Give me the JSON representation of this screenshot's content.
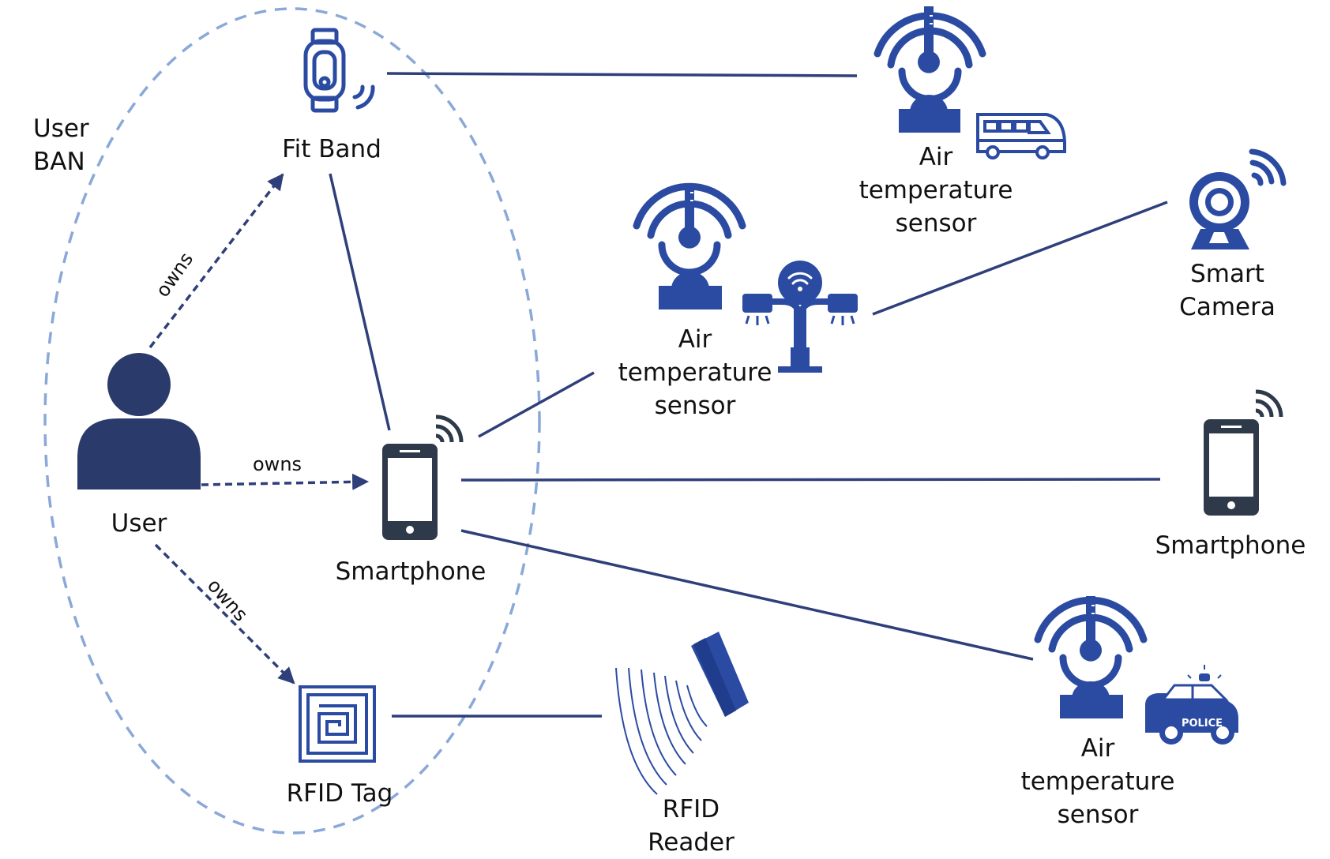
{
  "colors": {
    "primary": "#2f3f7a",
    "icon_blue": "#2b4ba3",
    "dark_icon": "#2e3a4a",
    "ban_ellipse": "#8aa8d8"
  },
  "user_ban_label": [
    "User",
    "BAN"
  ],
  "user": {
    "label": "User",
    "icon": "person-icon"
  },
  "fit_band": {
    "label": "Fit Band",
    "icon": "smartwatch-icon"
  },
  "smartphone_own": {
    "label": "Smartphone",
    "icon": "smartphone-icon"
  },
  "rfid_tag": {
    "label": "RFID Tag",
    "icon": "rfid-tag-icon"
  },
  "rfid_reader": {
    "label": [
      "RFID",
      "Reader"
    ],
    "icon": "rfid-reader-icon"
  },
  "sensor_bus": {
    "label": [
      "Air",
      "temperature",
      "sensor"
    ],
    "icon": "temperature-sensor-icon",
    "companion_icon": "bus-icon"
  },
  "sensor_street": {
    "label": [
      "Air",
      "temperature",
      "sensor"
    ],
    "icon": "temperature-sensor-icon",
    "companion_icon": "street-light-icon"
  },
  "sensor_police": {
    "label": [
      "Air",
      "temperature",
      "sensor"
    ],
    "icon": "temperature-sensor-icon",
    "companion_icon": "police-car-icon",
    "car_text": "POLICE"
  },
  "smart_camera": {
    "label": [
      "Smart",
      "Camera"
    ],
    "icon": "camera-icon"
  },
  "smartphone_remote": {
    "label": "Smartphone",
    "icon": "smartphone-icon"
  },
  "relations": {
    "owns_fitband": "owns",
    "owns_smartphone": "owns",
    "owns_rfid": "owns"
  }
}
